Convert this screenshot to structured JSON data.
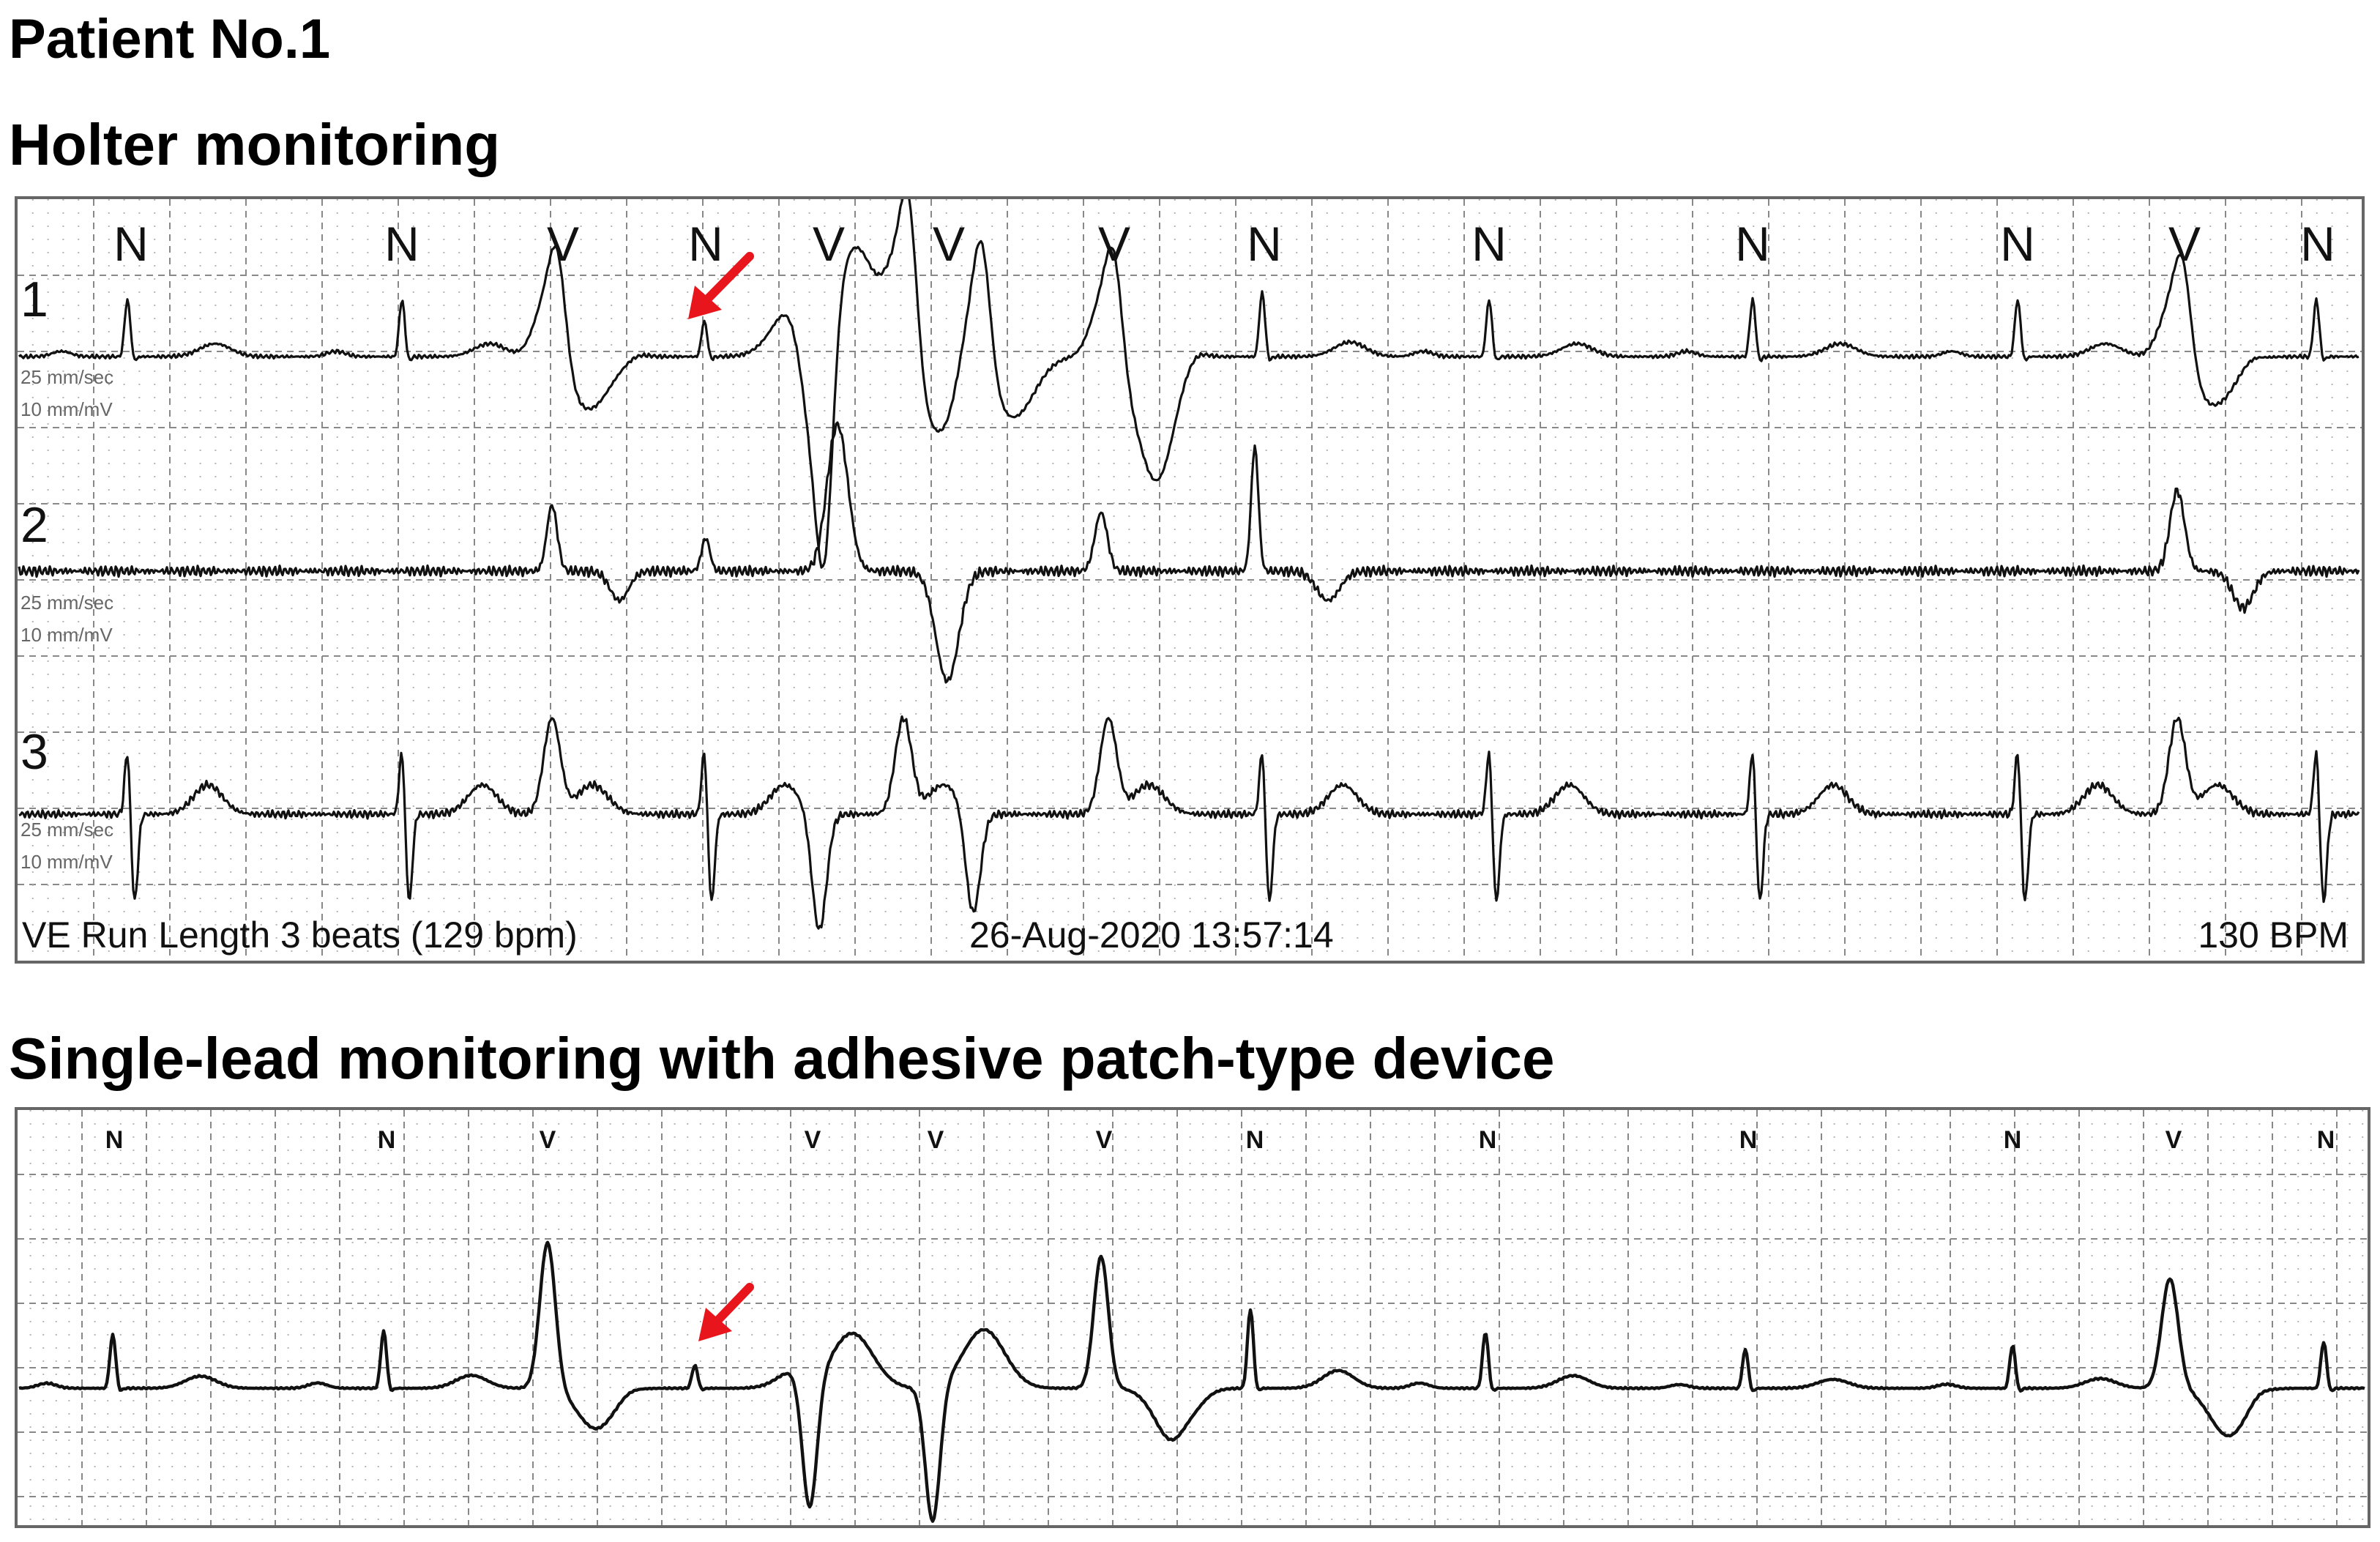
{
  "titles": {
    "patient": "Patient No.1",
    "holter": "Holter monitoring",
    "patch": "Single-lead monitoring with adhesive patch-type device"
  },
  "holter": {
    "beat_labels": [
      "N",
      "N",
      "V",
      "N",
      "V",
      "V",
      "V",
      "N",
      "N",
      "N",
      "N",
      "V",
      "N"
    ],
    "leads": [
      {
        "number": "1",
        "speed": "25 mm/sec",
        "gain": "10 mm/mV"
      },
      {
        "number": "2",
        "speed": "25 mm/sec",
        "gain": "10 mm/mV"
      },
      {
        "number": "3",
        "speed": "25 mm/sec",
        "gain": "10 mm/mV"
      }
    ],
    "footer": {
      "event": "VE Run Length 3 beats (129 bpm)",
      "timestamp": "26-Aug-2020 13:57:14",
      "heart_rate": "130 BPM"
    }
  },
  "patch": {
    "beat_labels": [
      "N",
      "N",
      "V",
      "V",
      "V",
      "V",
      "N",
      "N",
      "N",
      "N",
      "V",
      "N"
    ]
  },
  "colors": {
    "trace": "#111111",
    "grid_major": "#888888",
    "grid_minor": "#b5b5b5",
    "arrow": "#e8161c"
  },
  "icons": [
    "red-arrow-icon"
  ]
}
